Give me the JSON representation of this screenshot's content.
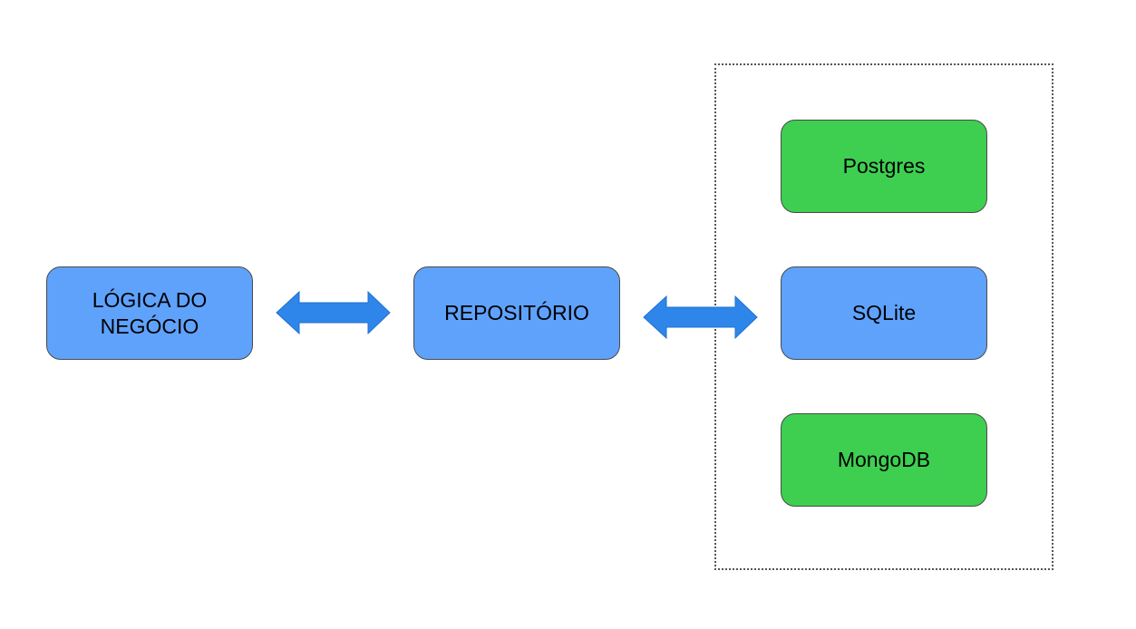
{
  "colors": {
    "blue_node": "#5fa2fc",
    "green_node": "#3ecf51",
    "arrow": "#2f86ea",
    "border": "#4a4a4a"
  },
  "nodes": {
    "logica": "LÓGICA DO\nNEGÓCIO",
    "repositorio": "REPOSITÓRIO",
    "postgres": "Postgres",
    "sqlite": "SQLite",
    "mongodb": "MongoDB"
  },
  "edges": [
    {
      "from": "logica",
      "to": "repositorio",
      "direction": "both"
    },
    {
      "from": "repositorio",
      "to": "sqlite",
      "direction": "both"
    }
  ],
  "groups": [
    {
      "members": [
        "postgres",
        "sqlite",
        "mongodb"
      ],
      "style": "dotted"
    }
  ]
}
